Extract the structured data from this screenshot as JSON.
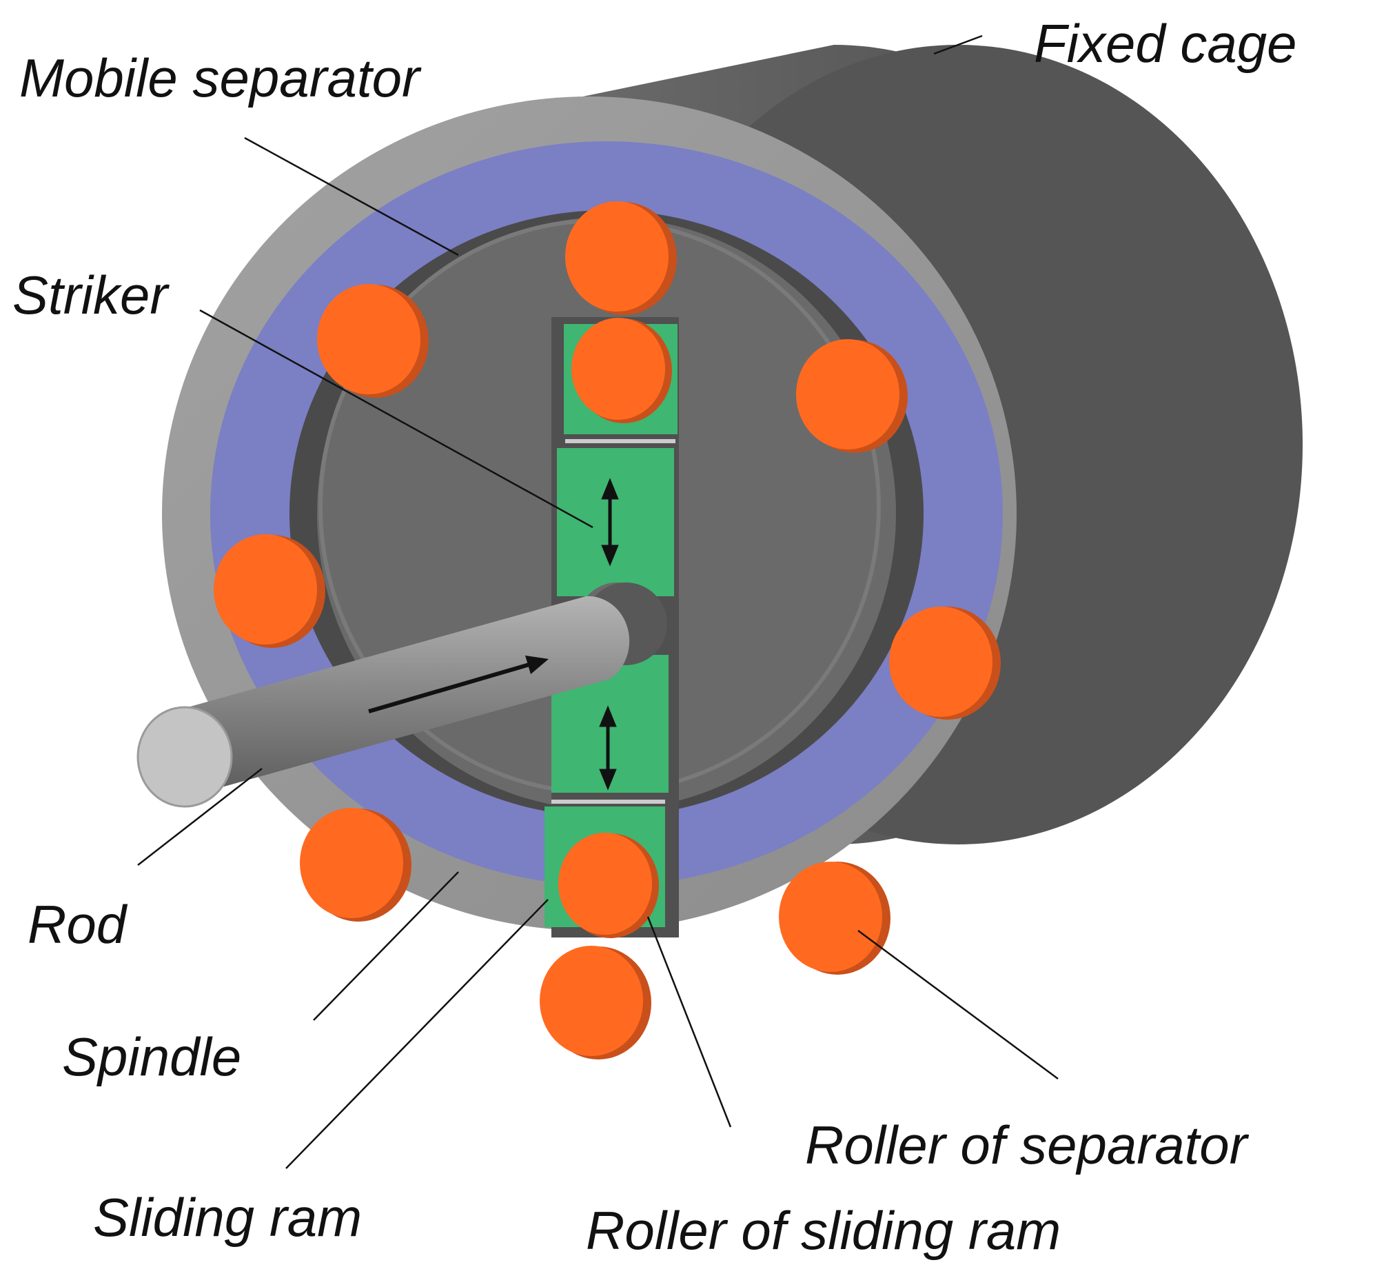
{
  "labels": {
    "fixed_cage": "Fixed cage",
    "mobile_separator": "Mobile separator",
    "striker": "Striker",
    "rod": "Rod",
    "spindle": "Spindle",
    "sliding_ram": "Sliding ram",
    "roller_of_separator": "Roller of separator",
    "roller_of_sliding_ram": "Roller of sliding ram"
  },
  "colors": {
    "cage_face": "#9a9a9a",
    "cage_side": "#5a5a5a",
    "separator": "#7b7fc4",
    "spindle": "#6a6a6a",
    "ram": "#3fb672",
    "roller": "#ff6a20",
    "roller_edge": "#c9501a",
    "rod": "#7e7e7e",
    "rod_end": "#c4c4c4"
  },
  "icons": {
    "motion_arrow_rod": "arrow-right-icon",
    "motion_arrow_ram": "double-arrow-vertical-icon"
  }
}
